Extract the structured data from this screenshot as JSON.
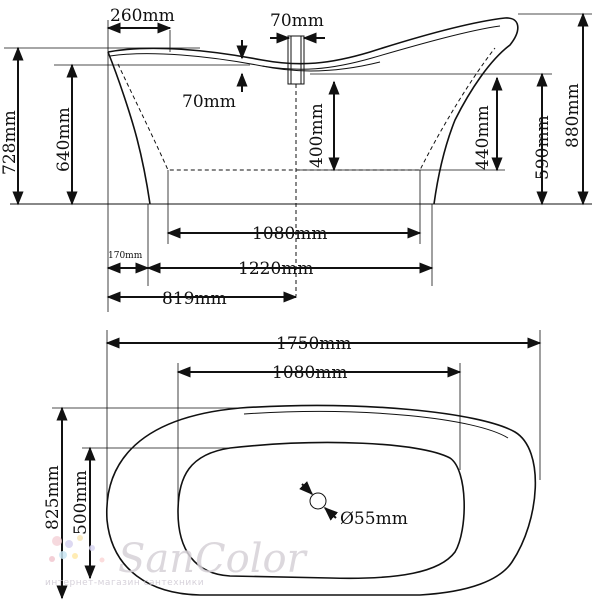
{
  "side_view": {
    "dims": {
      "rim_width": "260mm",
      "drain_width": "70mm",
      "drain_depth": "70mm",
      "height_total_left": "728mm",
      "height_rim_left": "640mm",
      "basin_depth_center": "400mm",
      "basin_depth_right": "440mm",
      "height_rim_right": "590mm",
      "height_total_right": "880mm",
      "basin_length": "1080mm",
      "foot_offset": "170mm",
      "base_length": "1220mm",
      "drain_offset": "819mm"
    }
  },
  "top_view": {
    "dims": {
      "overall_length": "1750mm",
      "inner_length": "1080mm",
      "overall_width": "825mm",
      "inner_width": "500mm",
      "drain_diameter": "Ø55mm"
    }
  },
  "watermark": {
    "brand": "SanColor",
    "tagline": "интернет-магазин сантехники"
  }
}
